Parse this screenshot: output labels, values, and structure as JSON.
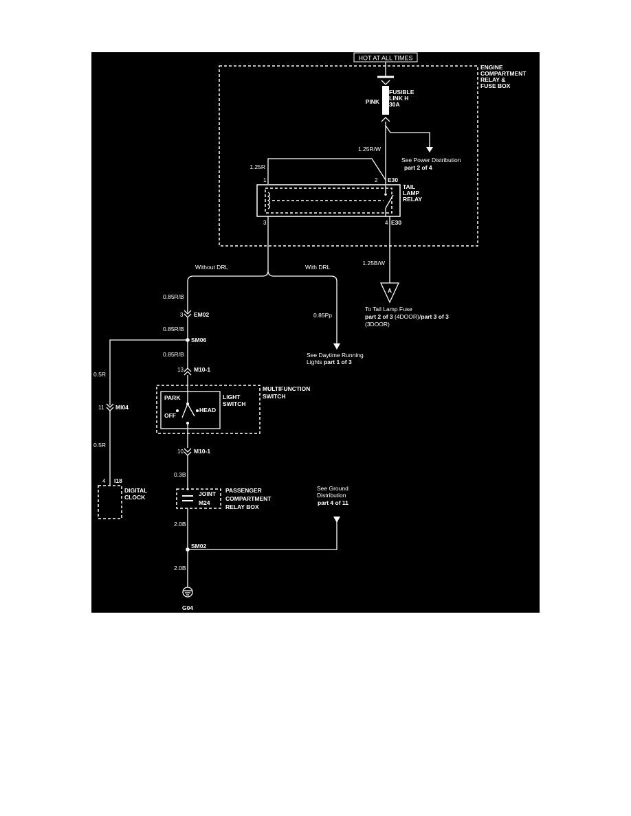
{
  "colors": {
    "background": "#000000",
    "ink": "#ffffff",
    "shade": "#2a2a2a",
    "page": "#ffffff"
  },
  "top_label": "HOT AT ALL TIMES",
  "engine_box": {
    "line1": "ENGINE",
    "line2": "COMPARTMENT",
    "line3": "RELAY &",
    "line4": "FUSE BOX"
  },
  "fusible_link": {
    "line1": "FUSIBLE",
    "line2": "LINK H",
    "line3": "30A",
    "color": "PINK"
  },
  "wire_125RW": "1.25R/W",
  "wire_125R": "1.25R",
  "power_dist": {
    "line1": "See Power Distribution",
    "line2": "part 2 of 4"
  },
  "tail_relay": {
    "line1": "TAIL",
    "line2": "LAMP",
    "line3": "RELAY",
    "pin1": "1",
    "pin2": "2",
    "pin3": "3",
    "pin4": "4",
    "conn_top": "E30",
    "conn_bot": "E30"
  },
  "wire_125BW": "1.25B/W",
  "connector_a": "A",
  "tail_fuse": {
    "line1": "To Tail Lamp Fuse",
    "line2_b1": "part 2 of 3",
    "line2_n1": " (4DOOR)/",
    "line2_b2": "part 3 of 3",
    "line3": "(3DOOR)"
  },
  "without_drl": "Without DRL",
  "with_drl": "With DRL",
  "wire_085RB_1": "0.85R/B",
  "em02": {
    "pin": "3",
    "name": "EM02"
  },
  "wire_085RB_2": "0.85R/B",
  "sm06": "SM06",
  "wire_085RB_3": "0.85R/B",
  "wire_085Pp": "0.85Pp",
  "drl_ref": {
    "line1": "See Daytime Running",
    "line2_n": "Lights ",
    "line2_b": "part 1 of 3"
  },
  "m10_top": {
    "pin": "13",
    "name": "M10-1"
  },
  "wire_05R_1": "0.5R",
  "mi04": {
    "pin": "11",
    "name": "MI04"
  },
  "multifunction": {
    "line1": "MULTIFUNCTION",
    "line2": "SWITCH"
  },
  "light_switch": {
    "line1": "LIGHT",
    "line2": "SWITCH",
    "park": "PARK",
    "off": "OFF",
    "head": "HEAD"
  },
  "wire_05R_2": "0.5R",
  "m10_bot": {
    "pin": "10",
    "name": "M10-1"
  },
  "i18": {
    "pin": "4",
    "name": "I18"
  },
  "digital_clock": {
    "line1": "DIGITAL",
    "line2": "CLOCK"
  },
  "wire_03B": "0.3B",
  "joint": {
    "line1": "JOINT",
    "line2": "M24"
  },
  "passenger_box": {
    "line1": "PASSENGER",
    "line2": "COMPARTMENT",
    "line3": "RELAY BOX"
  },
  "ground_ref": {
    "line1": "See Ground",
    "line2": "Distribution",
    "line3": "part 4 of 11"
  },
  "wire_20B_1": "2.0B",
  "sm02": "SM02",
  "wire_20B_2": "2.0B",
  "ground": "G04"
}
